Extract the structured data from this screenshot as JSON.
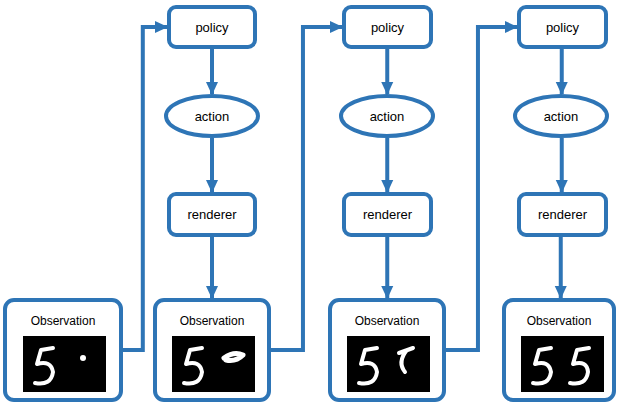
{
  "diagram": {
    "nodes": [
      {
        "text": [
          "Observation"
        ]
      },
      {
        "text": [
          "policy"
        ]
      },
      {
        "text": [
          "action"
        ]
      },
      {
        "text": [
          "renderer"
        ]
      },
      {
        "text": [
          "Observation"
        ]
      },
      {
        "text": [
          "policy"
        ]
      },
      {
        "text": [
          "action"
        ]
      },
      {
        "text": [
          "renderer"
        ]
      },
      {
        "text": [
          "Observation"
        ]
      },
      {
        "text": [
          "policy"
        ]
      },
      {
        "text": [
          "action"
        ]
      },
      {
        "text": [
          "renderer"
        ]
      },
      {
        "text": [
          "Observation"
        ]
      }
    ],
    "edges": [
      {
        "from": 0,
        "to": 1,
        "arrow": "to"
      },
      {
        "from": 1,
        "to": 2,
        "arrow": "to"
      },
      {
        "from": 2,
        "to": 3,
        "arrow": "to"
      },
      {
        "from": 3,
        "to": 4,
        "arrow": "to"
      },
      {
        "from": 4,
        "to": 5,
        "arrow": "to"
      },
      {
        "from": 5,
        "to": 6,
        "arrow": "to"
      },
      {
        "from": 6,
        "to": 7,
        "arrow": "to"
      },
      {
        "from": 7,
        "to": 8,
        "arrow": "to"
      },
      {
        "from": 8,
        "to": 9,
        "arrow": "to"
      },
      {
        "from": 9,
        "to": 10,
        "arrow": "to"
      },
      {
        "from": 10,
        "to": 11,
        "arrow": "to"
      },
      {
        "from": 11,
        "to": 12,
        "arrow": "to"
      }
    ]
  }
}
